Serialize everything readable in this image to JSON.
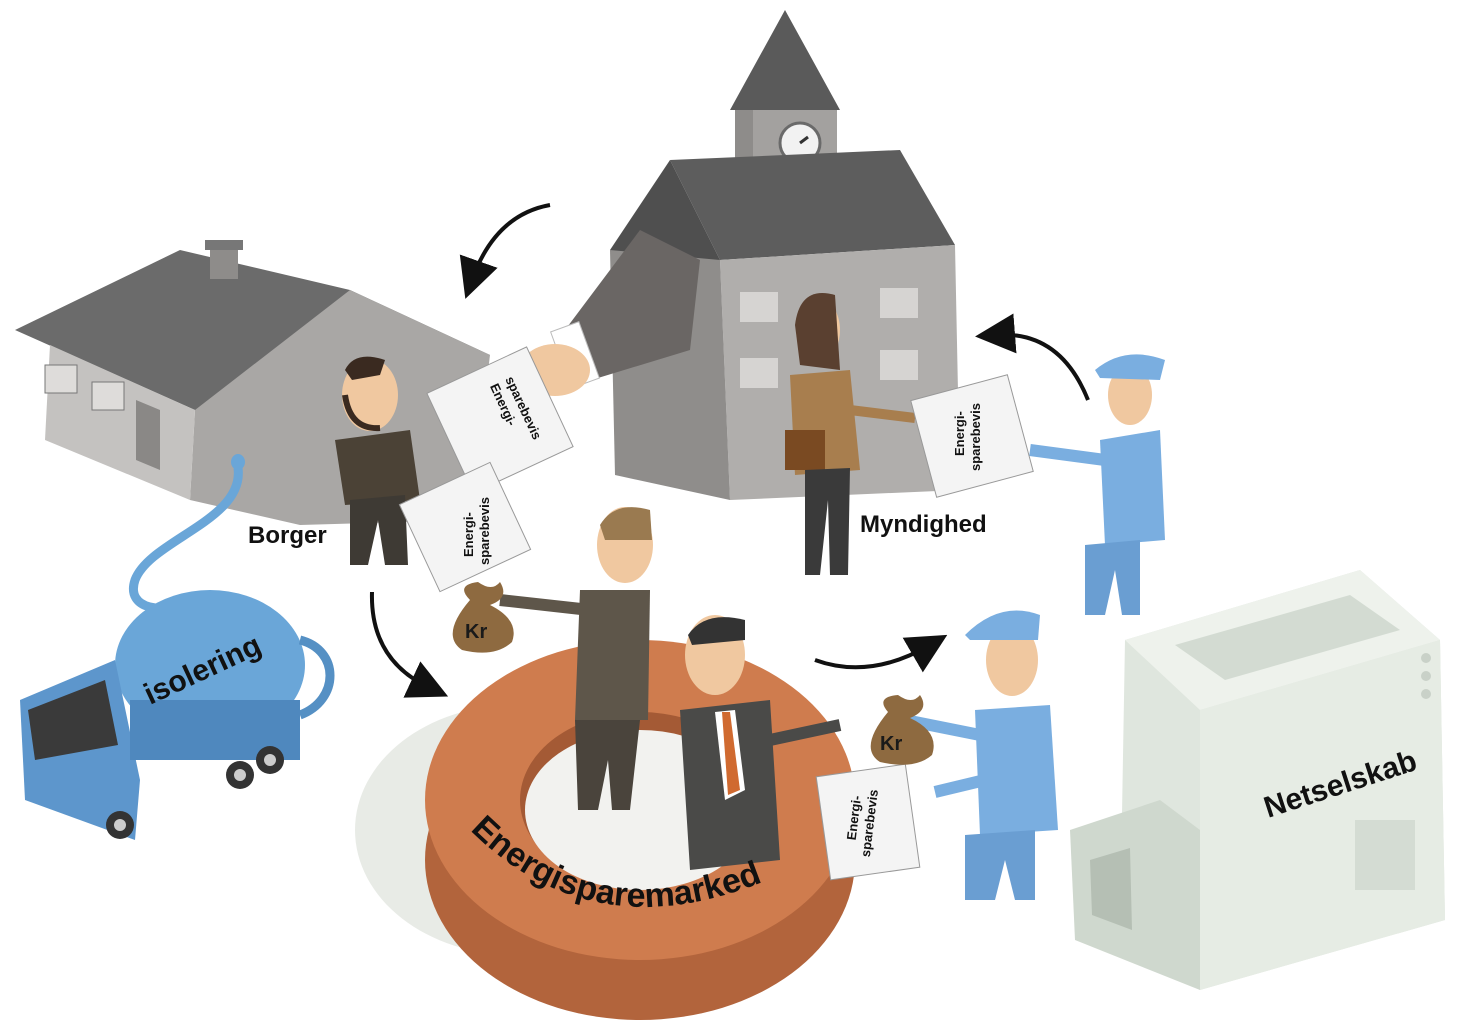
{
  "labels": {
    "citizen": "Borger",
    "authority": "Myndighed",
    "truck": "isolering",
    "market": "Energisparemarked",
    "grid_company": "Netselskab"
  },
  "certificate": {
    "line1": "Energi-",
    "line2": "sparebevis"
  },
  "money_bag": "Kr",
  "colors": {
    "roof": "#5f5f5f",
    "wall": "#a6a4a2",
    "ring": "#cf7c4e",
    "truck": "#6aa6d8",
    "worker": "#7aaee0",
    "netselskab": "#dfe6de"
  }
}
